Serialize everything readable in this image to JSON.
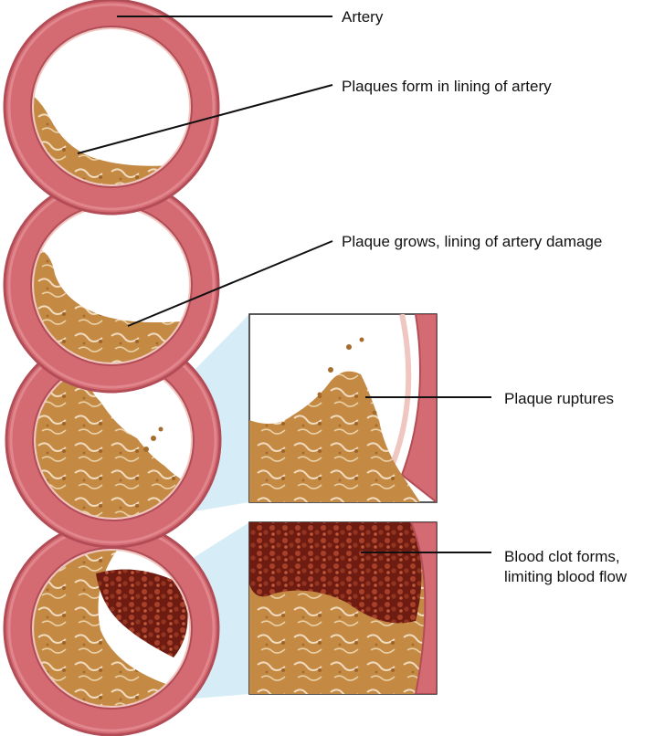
{
  "labels": {
    "artery": "Artery",
    "plaques_form": "Plaques form in lining of artery",
    "plaque_grows": "Plaque grows, lining of artery damage",
    "plaque_ruptures": "Plaque ruptures",
    "blood_clot_line1": "Blood clot forms,",
    "blood_clot_line2": "limiting blood flow"
  },
  "colors": {
    "artery_wall": "#d46a72",
    "artery_wall_dark": "#b24d57",
    "artery_wall_light": "#eba4a4",
    "lumen": "#ffffff",
    "plaque": "#c89048",
    "plaque_dark": "#8c5a24",
    "clot": "#7a2418",
    "callout_blue": "#bfe3f3",
    "leader_line": "#111111"
  }
}
